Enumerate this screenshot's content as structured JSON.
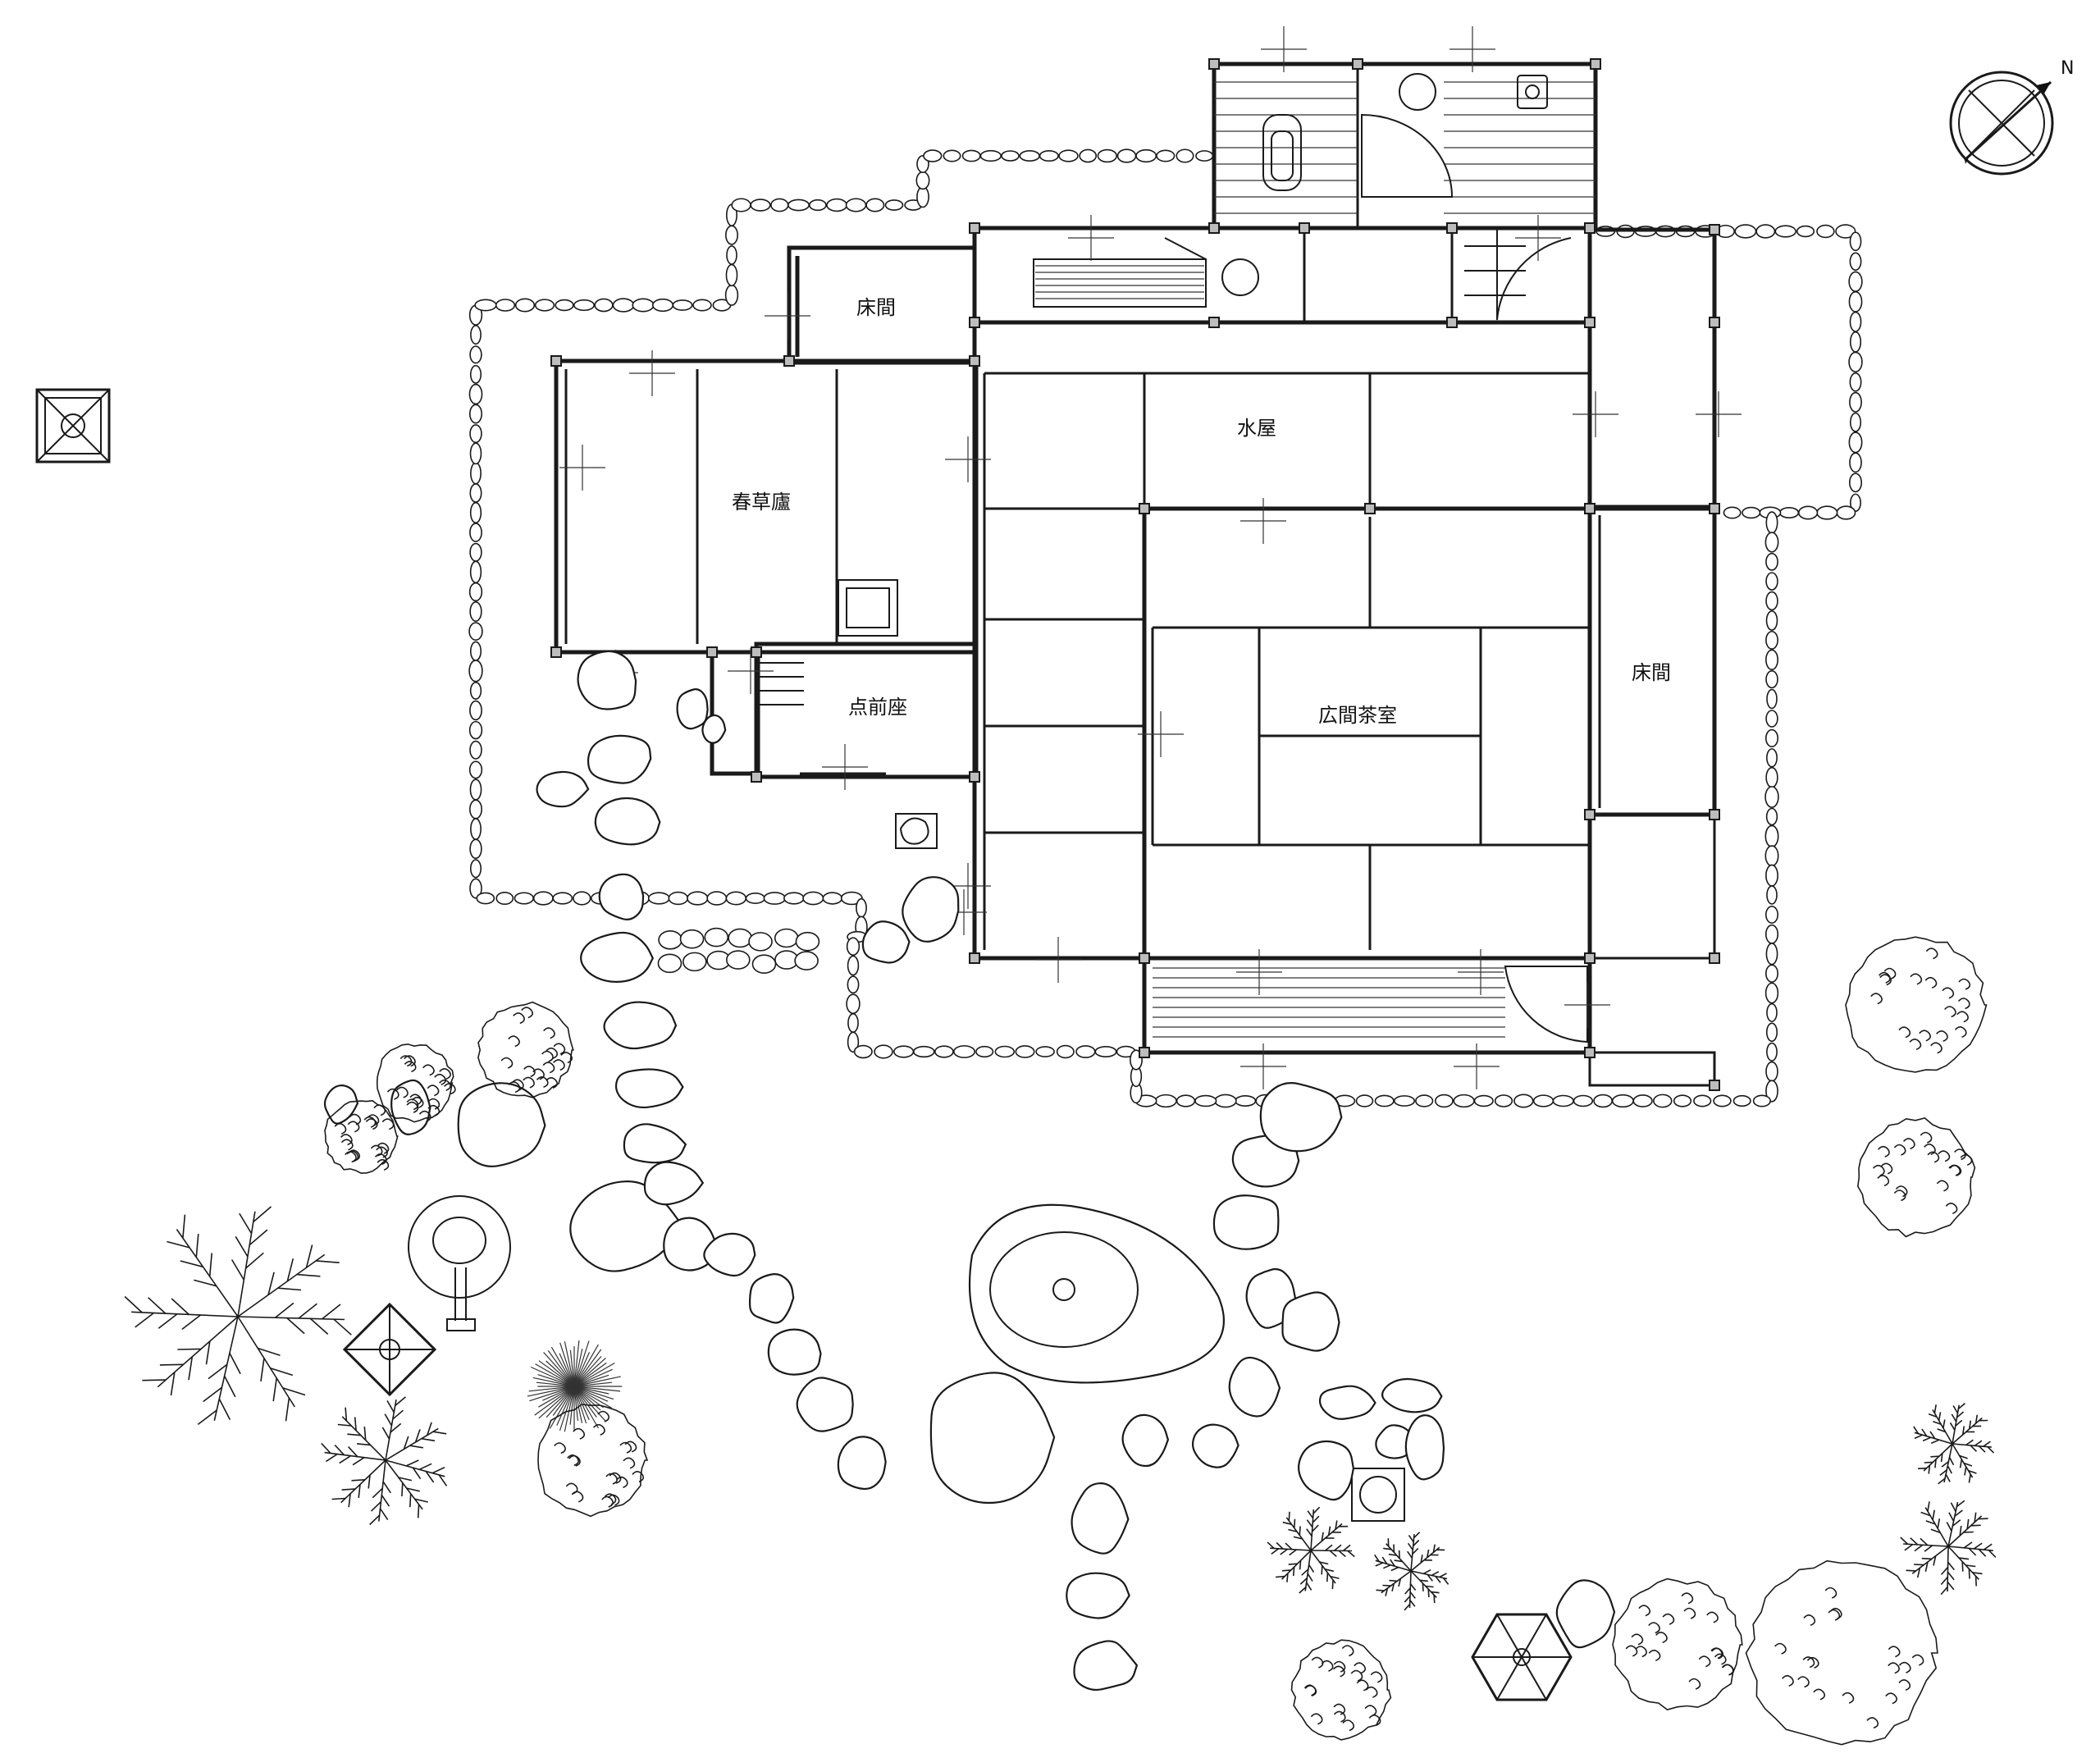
{
  "rooms": {
    "tokonoma_small": "床間",
    "shunsoro": "春草廬",
    "mizuya": "水屋",
    "temaeza": "点前座",
    "hiroma": "広間茶室",
    "tokonoma_large": "床間"
  },
  "compass": {
    "label": "N",
    "icon": "compass-icon"
  },
  "colors": {
    "line": "#1a1a1a",
    "post_fill": "#bdbdbd",
    "background": "#ffffff"
  }
}
